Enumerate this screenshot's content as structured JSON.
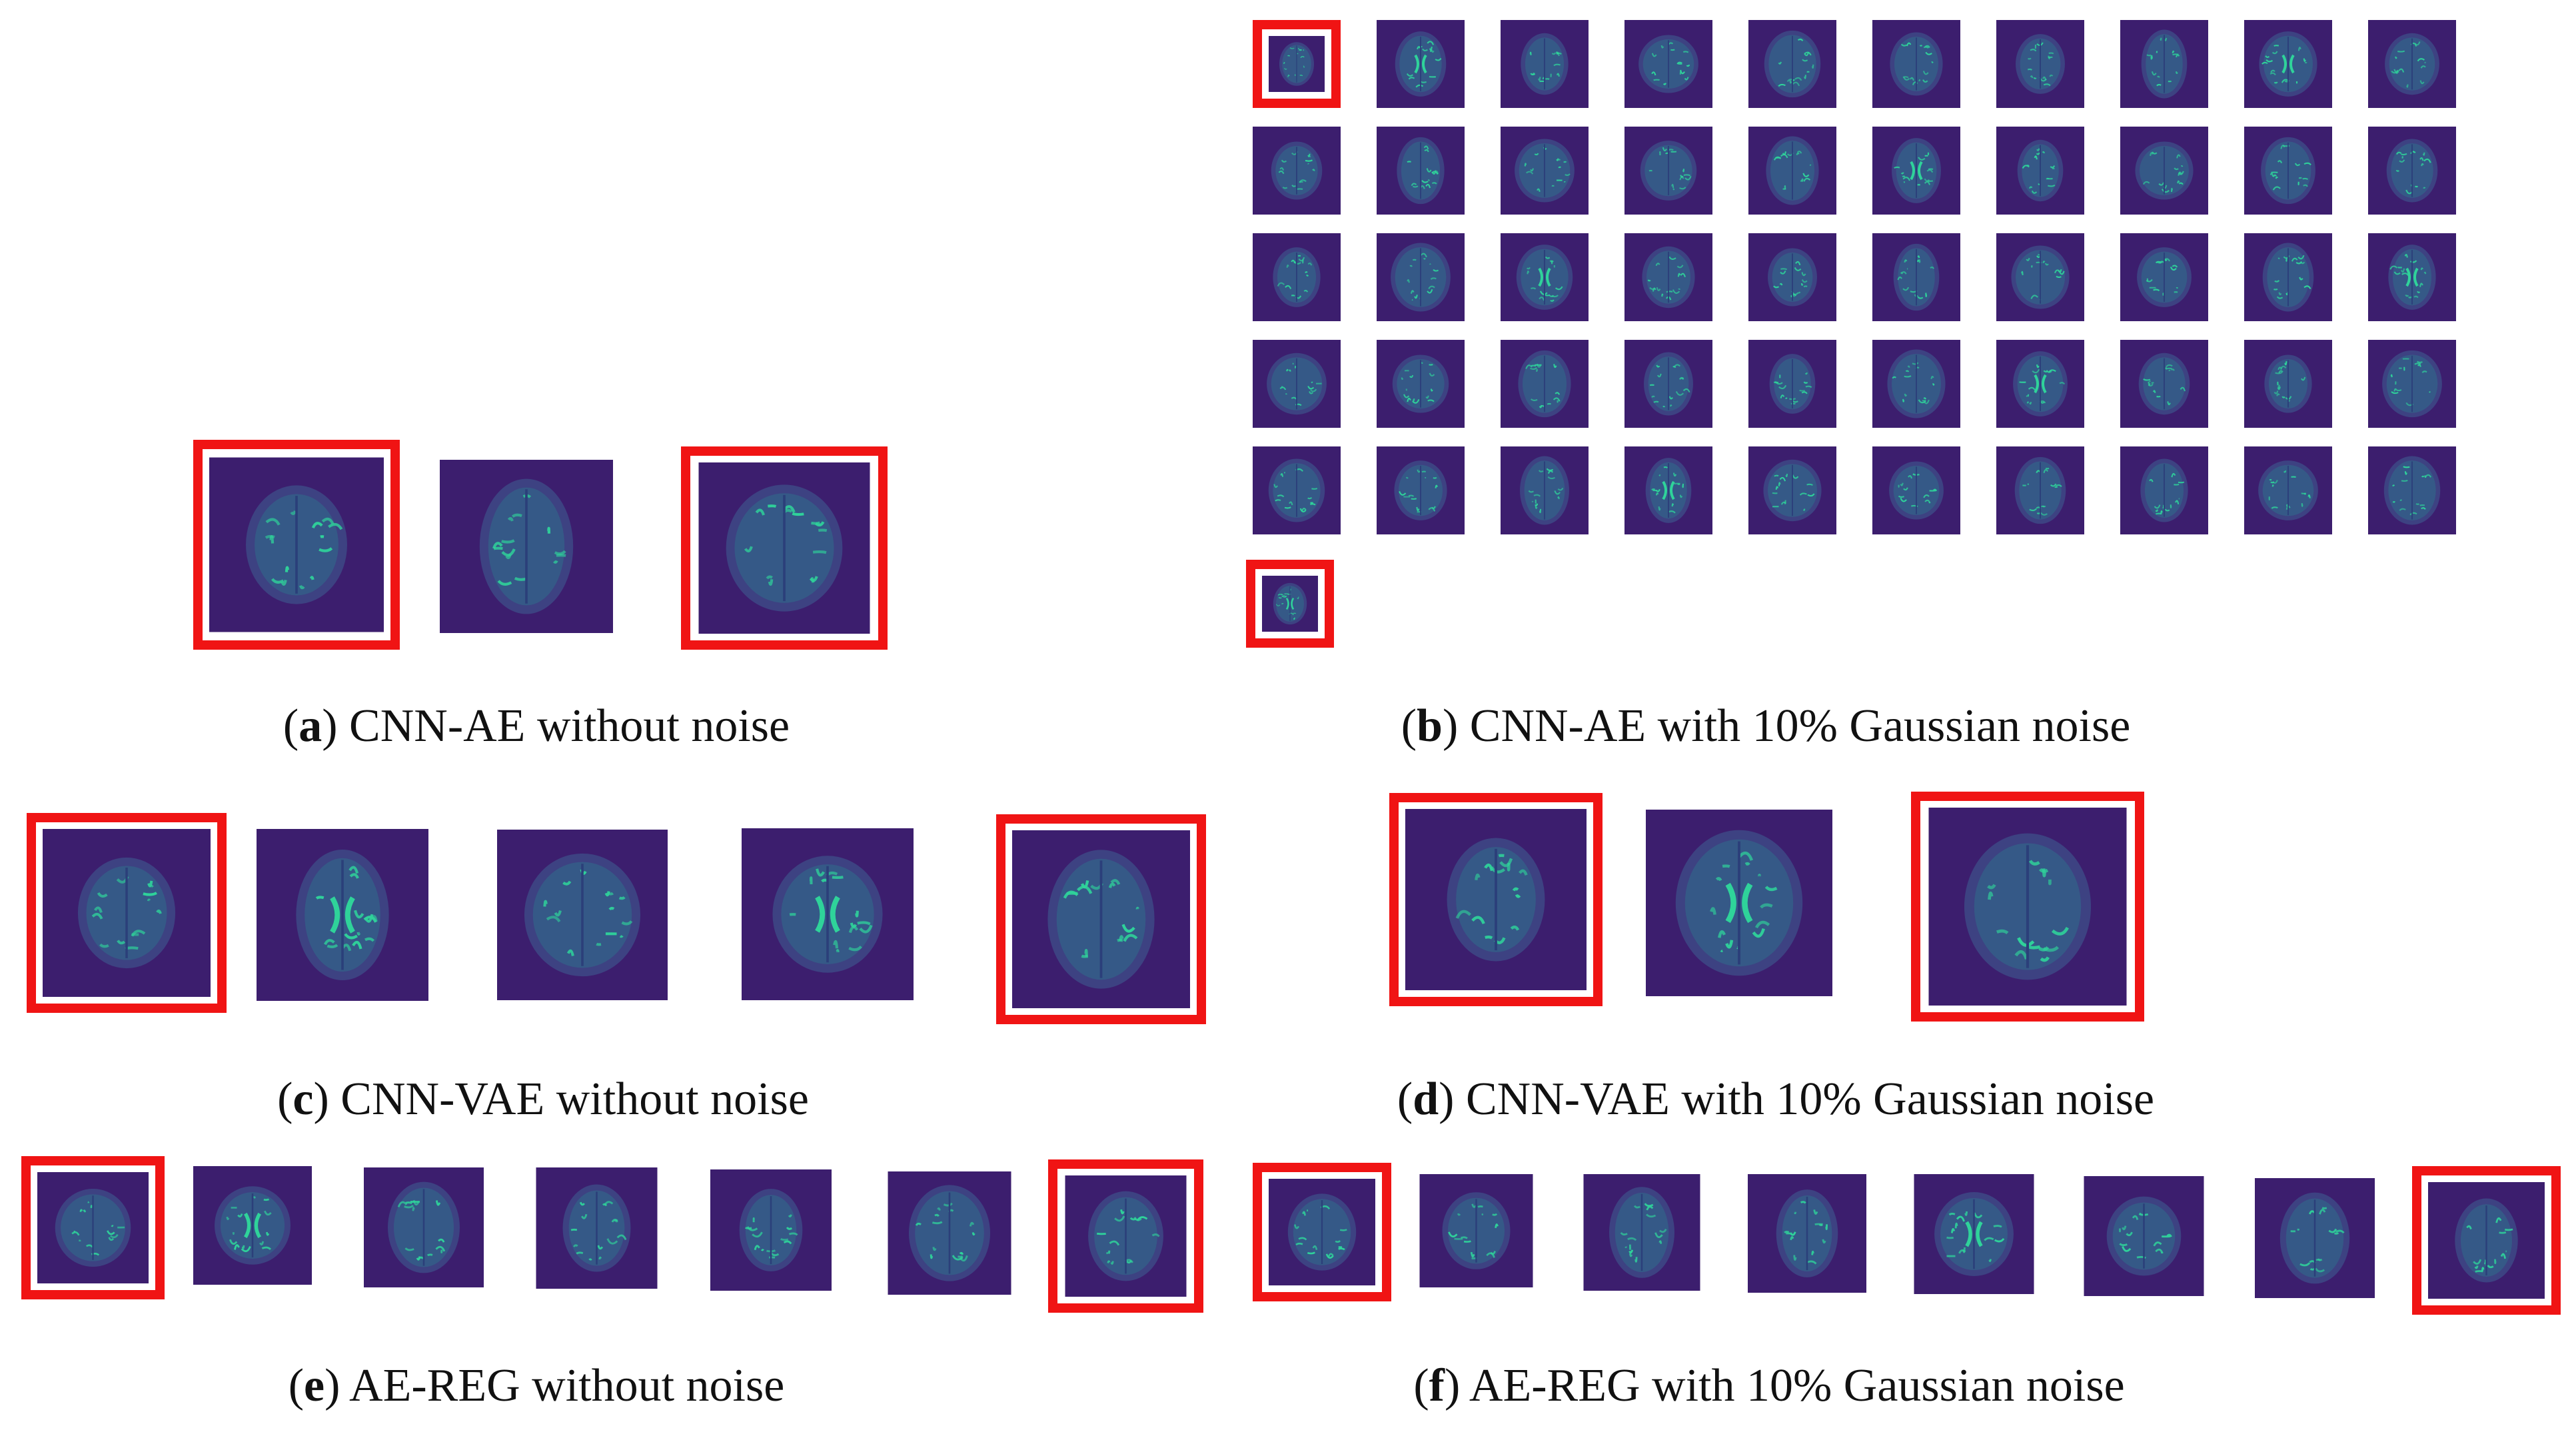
{
  "colors": {
    "frame": "#f01414",
    "background": "#3c1e6e",
    "signal": "#2fd39a"
  },
  "panels": {
    "a": {
      "letter": "a",
      "text": "CNN-AE without noise",
      "count": 3,
      "framed": [
        0,
        2
      ]
    },
    "b": {
      "letter": "b",
      "text": "CNN-AE with 10% Gaussian noise",
      "count": 51,
      "framed": [
        0,
        50
      ]
    },
    "c": {
      "letter": "c",
      "text": "CNN-VAE without noise",
      "count": 5,
      "framed": [
        0,
        4
      ]
    },
    "d": {
      "letter": "d",
      "text": "CNN-VAE with 10% Gaussian noise",
      "count": 3,
      "framed": [
        0,
        2
      ]
    },
    "e": {
      "letter": "e",
      "text": "AE-REG without noise",
      "count": 7,
      "framed": [
        0,
        6
      ]
    },
    "f": {
      "letter": "f",
      "text": "AE-REG with 10% Gaussian noise",
      "count": 8,
      "framed": [
        0,
        7
      ]
    }
  },
  "paren_open": "(",
  "paren_close": ") "
}
